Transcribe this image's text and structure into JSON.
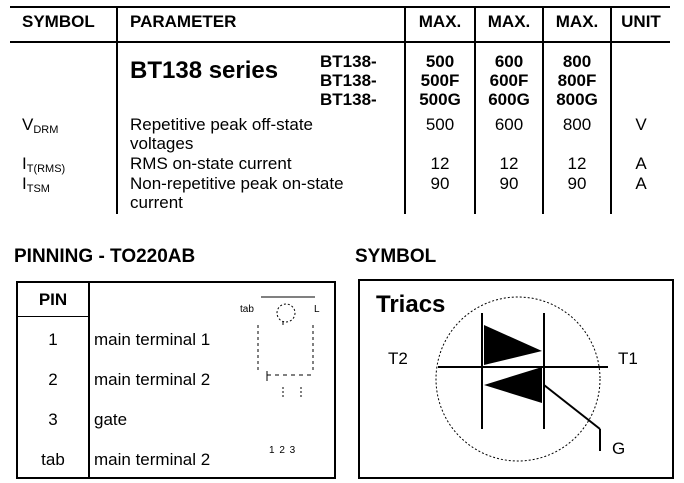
{
  "table": {
    "headers": {
      "symbol": "SYMBOL",
      "parameter": "PARAMETER",
      "max1": "MAX.",
      "max2": "MAX.",
      "max3": "MAX.",
      "unit": "UNIT"
    },
    "series_title": "BT138 series",
    "series_prefix": [
      "BT138-",
      "BT138-",
      "BT138-"
    ],
    "series_cols": [
      [
        "500",
        "500F",
        "500G"
      ],
      [
        "600",
        "600F",
        "600G"
      ],
      [
        "800",
        "800F",
        "800G"
      ]
    ],
    "rows": [
      {
        "sym": "V",
        "sub": "DRM",
        "param1": "Repetitive peak off-state",
        "param2": "voltages",
        "v1": "500",
        "v2": "600",
        "v3": "800",
        "unit": "V"
      },
      {
        "sym": "I",
        "sub": "T(RMS)",
        "param1": "RMS on-state current",
        "param2": "",
        "v1": "12",
        "v2": "12",
        "v3": "12",
        "unit": "A"
      },
      {
        "sym": "I",
        "sub": "TSM",
        "param1": "Non-repetitive peak on-state",
        "param2": "current",
        "v1": "90",
        "v2": "90",
        "v3": "90",
        "unit": "A"
      }
    ]
  },
  "pinning": {
    "title": "PINNING - TO220AB",
    "header": "PIN",
    "pins": [
      {
        "pin": "1",
        "desc": "main terminal 1"
      },
      {
        "pin": "2",
        "desc": "main terminal 2"
      },
      {
        "pin": "3",
        "desc": "gate"
      },
      {
        "pin": "tab",
        "desc": "main terminal 2"
      }
    ],
    "pkg_tab_label": "tab",
    "pkg_pin_labels": "1 2 3"
  },
  "symbol": {
    "title": "SYMBOL",
    "box_title": "Triacs",
    "t1": "T1",
    "t2": "T2",
    "g": "G"
  }
}
